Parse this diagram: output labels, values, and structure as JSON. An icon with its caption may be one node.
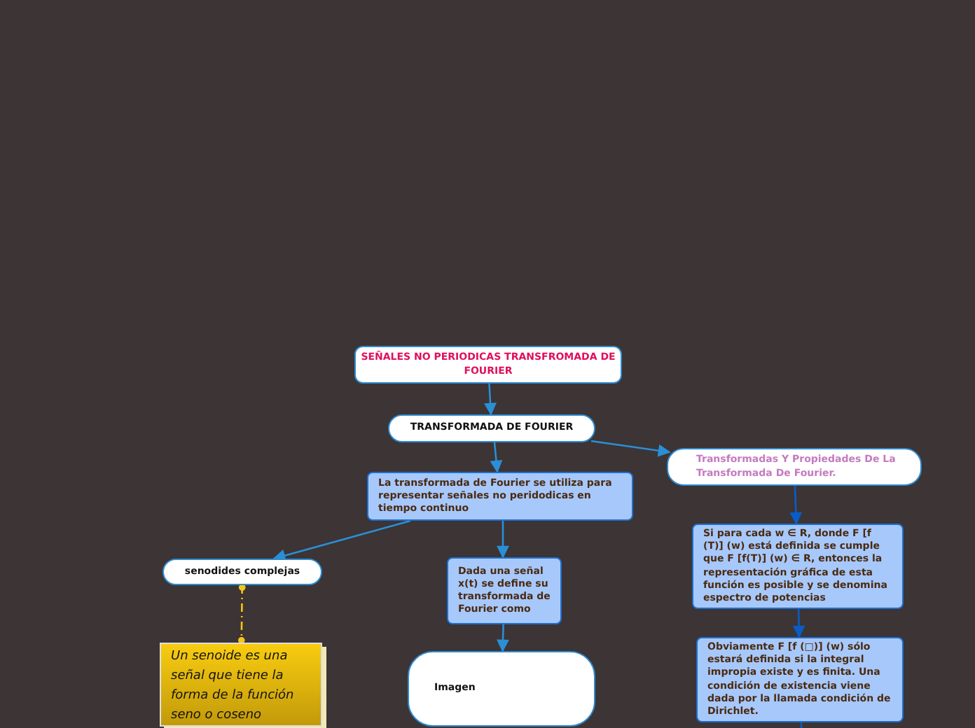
{
  "diagram": {
    "nodes": [
      {
        "text": [
          "SEÑALES NO PERIODICAS TRANSFROMADA DE FOURIER"
        ]
      },
      {
        "text": [
          "TRANSFORMADA DE FOURIER"
        ]
      },
      {
        "text": [
          "La transformada de Fourier se utiliza para representar señales no peridodicas en tiempo continuo"
        ]
      },
      {
        "text": [
          "Transformadas Y Propiedades De La Transformada De Fourier."
        ]
      },
      {
        "text": [
          "senodides complejas"
        ]
      },
      {
        "text": [
          "Dada una señal x(t) se define su transformada de Fourier como"
        ]
      },
      {
        "text": [
          "Si para cada w ∈ R, donde F [f (T)] (w) está definida se cumple que F [f(T)] (w) ∈ R, entonces la representación gráfica de esta función es posible y se denomina espectro de potencias"
        ]
      },
      {
        "text": [
          "Imagen"
        ]
      },
      {
        "text": [
          "Obviamente F [f (□)] (w) sólo estará definida si la integral impropia existe y es finita. Una condición de existencia viene dada por la llamada condición de Dirichlet."
        ]
      },
      {
        "text": [
          "Un senoide es una señal que tiene la forma de la función seno o coseno"
        ]
      }
    ],
    "edges": [
      {
        "from": 0,
        "to": 1,
        "arrow": "to"
      },
      {
        "from": 1,
        "to": 2,
        "arrow": "to"
      },
      {
        "from": 1,
        "to": 3,
        "arrow": "to"
      },
      {
        "from": 2,
        "to": 4,
        "arrow": "to"
      },
      {
        "from": 2,
        "to": 5,
        "arrow": "to"
      },
      {
        "from": 5,
        "to": 7,
        "arrow": "to"
      },
      {
        "from": 3,
        "to": 6,
        "arrow": "to",
        "color": "#0b5cc4"
      },
      {
        "from": 6,
        "to": 8,
        "arrow": "to",
        "color": "#0b5cc4"
      },
      {
        "from": 4,
        "to": 9,
        "arrow": "other",
        "style": "dashed",
        "color": "#f5c518"
      },
      {
        "from": 8,
        "to": null,
        "arrow": "none",
        "color": "#0b5cc4"
      }
    ]
  }
}
